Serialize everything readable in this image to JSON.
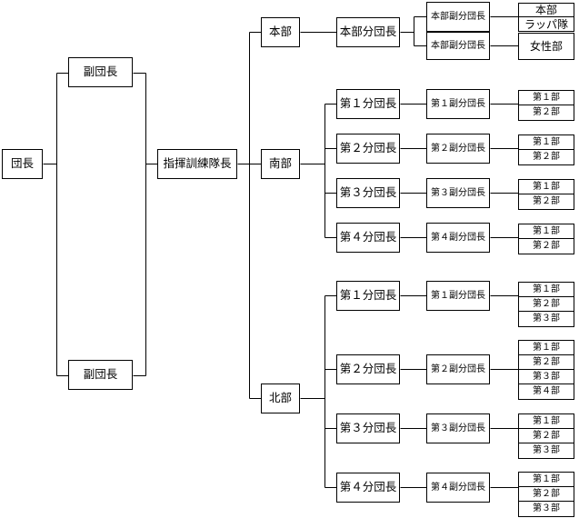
{
  "top": {
    "leader": "団長",
    "vice_top": "副団長",
    "vice_bottom": "副団長",
    "trainer": "指揮訓練隊長"
  },
  "regions": [
    {
      "name": "本部",
      "branches": [
        {
          "leader": "本部分団長",
          "subleaders": [
            {
              "label": "本部副分団長",
              "units": [
                "本部",
                "ラッパ隊"
              ]
            },
            {
              "label": "本部副分団長",
              "units": [
                "女性部"
              ]
            }
          ]
        }
      ]
    },
    {
      "name": "南部",
      "branches": [
        {
          "leader": "第１分団長",
          "subleaders": [
            {
              "label": "第１副分団長",
              "units": [
                "第１部",
                "第２部"
              ]
            }
          ]
        },
        {
          "leader": "第２分団長",
          "subleaders": [
            {
              "label": "第２副分団長",
              "units": [
                "第１部",
                "第２部"
              ]
            }
          ]
        },
        {
          "leader": "第３分団長",
          "subleaders": [
            {
              "label": "第３副分団長",
              "units": [
                "第１部",
                "第２部"
              ]
            }
          ]
        },
        {
          "leader": "第４分団長",
          "subleaders": [
            {
              "label": "第４副分団長",
              "units": [
                "第１部",
                "第２部"
              ]
            }
          ]
        }
      ]
    },
    {
      "name": "北部",
      "branches": [
        {
          "leader": "第１分団長",
          "subleaders": [
            {
              "label": "第１副分団長",
              "units": [
                "第１部",
                "第２部",
                "第３部"
              ]
            }
          ]
        },
        {
          "leader": "第２分団長",
          "subleaders": [
            {
              "label": "第２副分団長",
              "units": [
                "第１部",
                "第２部",
                "第３部",
                "第４部"
              ]
            }
          ]
        },
        {
          "leader": "第３分団長",
          "subleaders": [
            {
              "label": "第３副分団長",
              "units": [
                "第１部",
                "第２部",
                "第３部"
              ]
            }
          ]
        },
        {
          "leader": "第４分団長",
          "subleaders": [
            {
              "label": "第４副分団長",
              "units": [
                "第１部",
                "第２部",
                "第３部"
              ]
            }
          ]
        }
      ]
    }
  ]
}
